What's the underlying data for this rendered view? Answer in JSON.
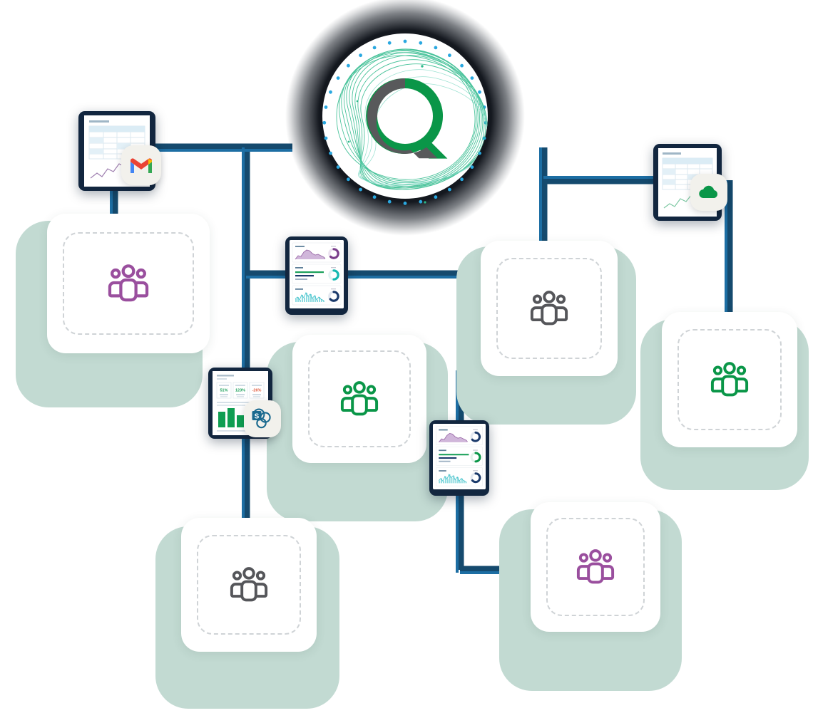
{
  "diagram": {
    "title": "Data sources connected to central search hub",
    "background": "#ffffff",
    "line_color": "#154a6e",
    "line_accent": "#1d6ea3",
    "mint_color": "#c2dad2",
    "card_color": "#ffffff",
    "dashed_border_color": "#cfd3d6"
  },
  "hub": {
    "name": "search-hub",
    "label": "Search",
    "icon": "magnifier-icon",
    "halo_color": "#0b0f16",
    "disc_color": "#ffffff",
    "ring_dot_color": "#2aa8e0",
    "swirl_color": "#2bb98a",
    "glass_ring_color": "#0a9648",
    "handle_color": "#58595b"
  },
  "nodes": [
    {
      "name": "group-node-1",
      "label": "People group",
      "icon": "people-group-icon",
      "color": "#9a4f9e",
      "position": "top-left"
    },
    {
      "name": "group-node-2",
      "label": "People group",
      "icon": "people-group-icon",
      "color": "#0a9648",
      "position": "center-left"
    },
    {
      "name": "group-node-3",
      "label": "People group",
      "icon": "people-group-icon",
      "color": "#55565a",
      "position": "center-right"
    },
    {
      "name": "group-node-4",
      "label": "People group",
      "icon": "people-group-icon",
      "color": "#0a9648",
      "position": "right"
    },
    {
      "name": "group-node-5",
      "label": "People group",
      "icon": "people-group-icon",
      "color": "#55565a",
      "position": "bottom-left"
    },
    {
      "name": "group-node-6",
      "label": "People group",
      "icon": "people-group-icon",
      "color": "#9a4f9e",
      "position": "bottom-right"
    }
  ],
  "documents": [
    {
      "name": "gmail-spreadsheet-doc",
      "label": "Spreadsheet document",
      "badge": "gmail-icon",
      "badge_label": "Gmail",
      "type": "spreadsheet",
      "position": "top-left"
    },
    {
      "name": "cloud-spreadsheet-doc",
      "label": "Spreadsheet document",
      "badge": "cloud-icon",
      "badge_label": "Cloud storage",
      "badge_color": "#0a9648",
      "type": "spreadsheet",
      "position": "top-right"
    },
    {
      "name": "sharepoint-report-doc",
      "label": "KPI report document",
      "badge": "sharepoint-icon",
      "badge_label": "SharePoint",
      "badge_color": "#1b6a8f",
      "type": "kpi-report",
      "position": "center-left",
      "stats": [
        {
          "value": "51%",
          "color": "#1aa05a"
        },
        {
          "value": "123%",
          "color": "#1aa05a"
        },
        {
          "value": "-26%",
          "color": "#e05a3c"
        }
      ],
      "bars": [
        70,
        100,
        55,
        82,
        18
      ]
    }
  ],
  "dashboards": [
    {
      "name": "dashboard-card-top",
      "label": "Analytics dashboard",
      "position": "center-top",
      "rows": [
        {
          "name": "area-chart-row",
          "chart": "area",
          "chart_color": "#9a6aa8",
          "donut_color": "#7b3f8c",
          "donut_pct": 72
        },
        {
          "name": "bar-lines-row",
          "chart": "lines",
          "chart_color": "#1aa05a",
          "donut_color": "#14b8b0",
          "donut_pct": 40
        },
        {
          "name": "spark-chart-row",
          "chart": "spark",
          "chart_color": "#49c4cd",
          "donut_color": "#1b3a6b",
          "donut_pct": 68
        }
      ]
    },
    {
      "name": "dashboard-card-bottom",
      "label": "Analytics dashboard",
      "position": "center-bottom",
      "rows": [
        {
          "name": "area-chart-row",
          "chart": "area",
          "chart_color": "#9a6aa8",
          "donut_color": "#1b3a6b",
          "donut_pct": 66
        },
        {
          "name": "bar-lines-row",
          "chart": "lines",
          "chart_color": "#1aa05a",
          "donut_color": "#0a9648",
          "donut_pct": 45
        },
        {
          "name": "spark-chart-row",
          "chart": "spark",
          "chart_color": "#49c4cd",
          "donut_color": "#1b3a6b",
          "donut_pct": 70
        }
      ]
    }
  ],
  "connectors": {
    "name": "connector-lines",
    "label": "Connection lines between sources and hub",
    "count": 11
  }
}
